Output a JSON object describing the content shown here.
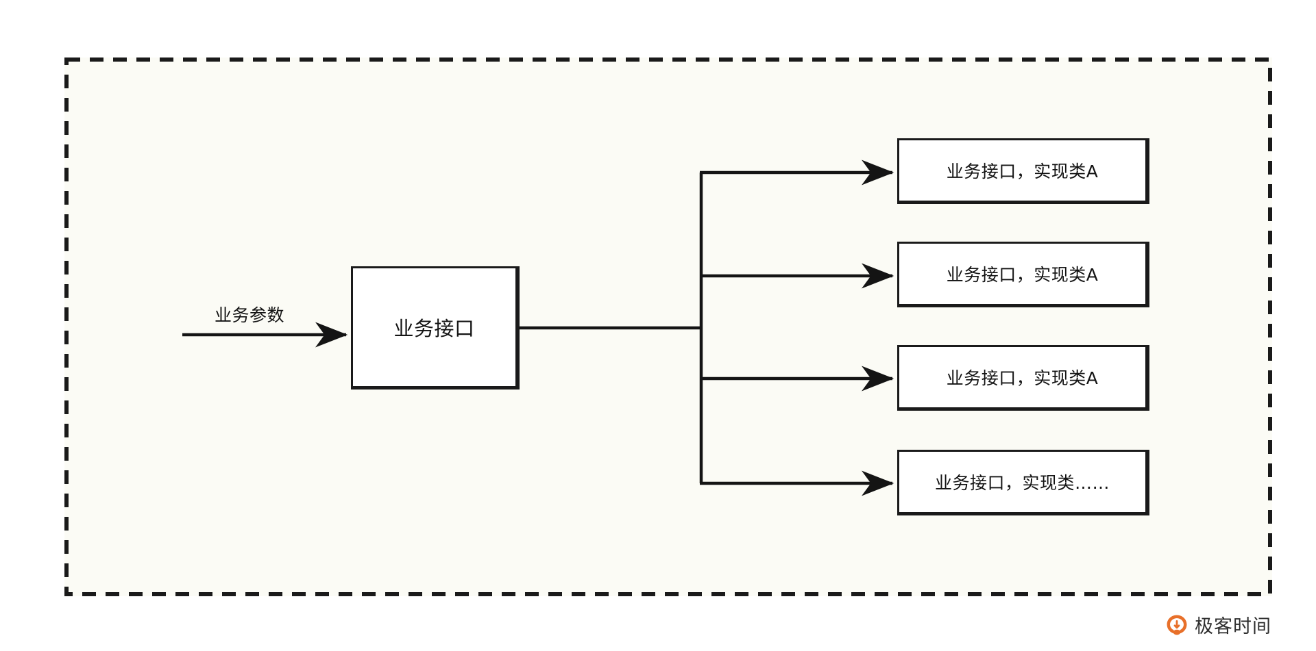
{
  "diagram": {
    "type": "flow-diagram",
    "container": {
      "style": "dashed-border",
      "border_color": "#1a1a1a",
      "fill": "#fbfbf5"
    },
    "input_edge": {
      "label": "业务参数"
    },
    "center_node": {
      "label": "业务接口"
    },
    "implementations": [
      {
        "label": "业务接口，实现类A"
      },
      {
        "label": "业务接口，实现类A"
      },
      {
        "label": "业务接口，实现类A"
      },
      {
        "label": "业务接口，实现类……"
      }
    ],
    "node_border_color": "#1a1a1a",
    "node_fill": "#ffffff"
  },
  "watermark": {
    "icon": "geektime-logo-icon",
    "text": "极客时间",
    "logo_color": "#e8702a"
  }
}
